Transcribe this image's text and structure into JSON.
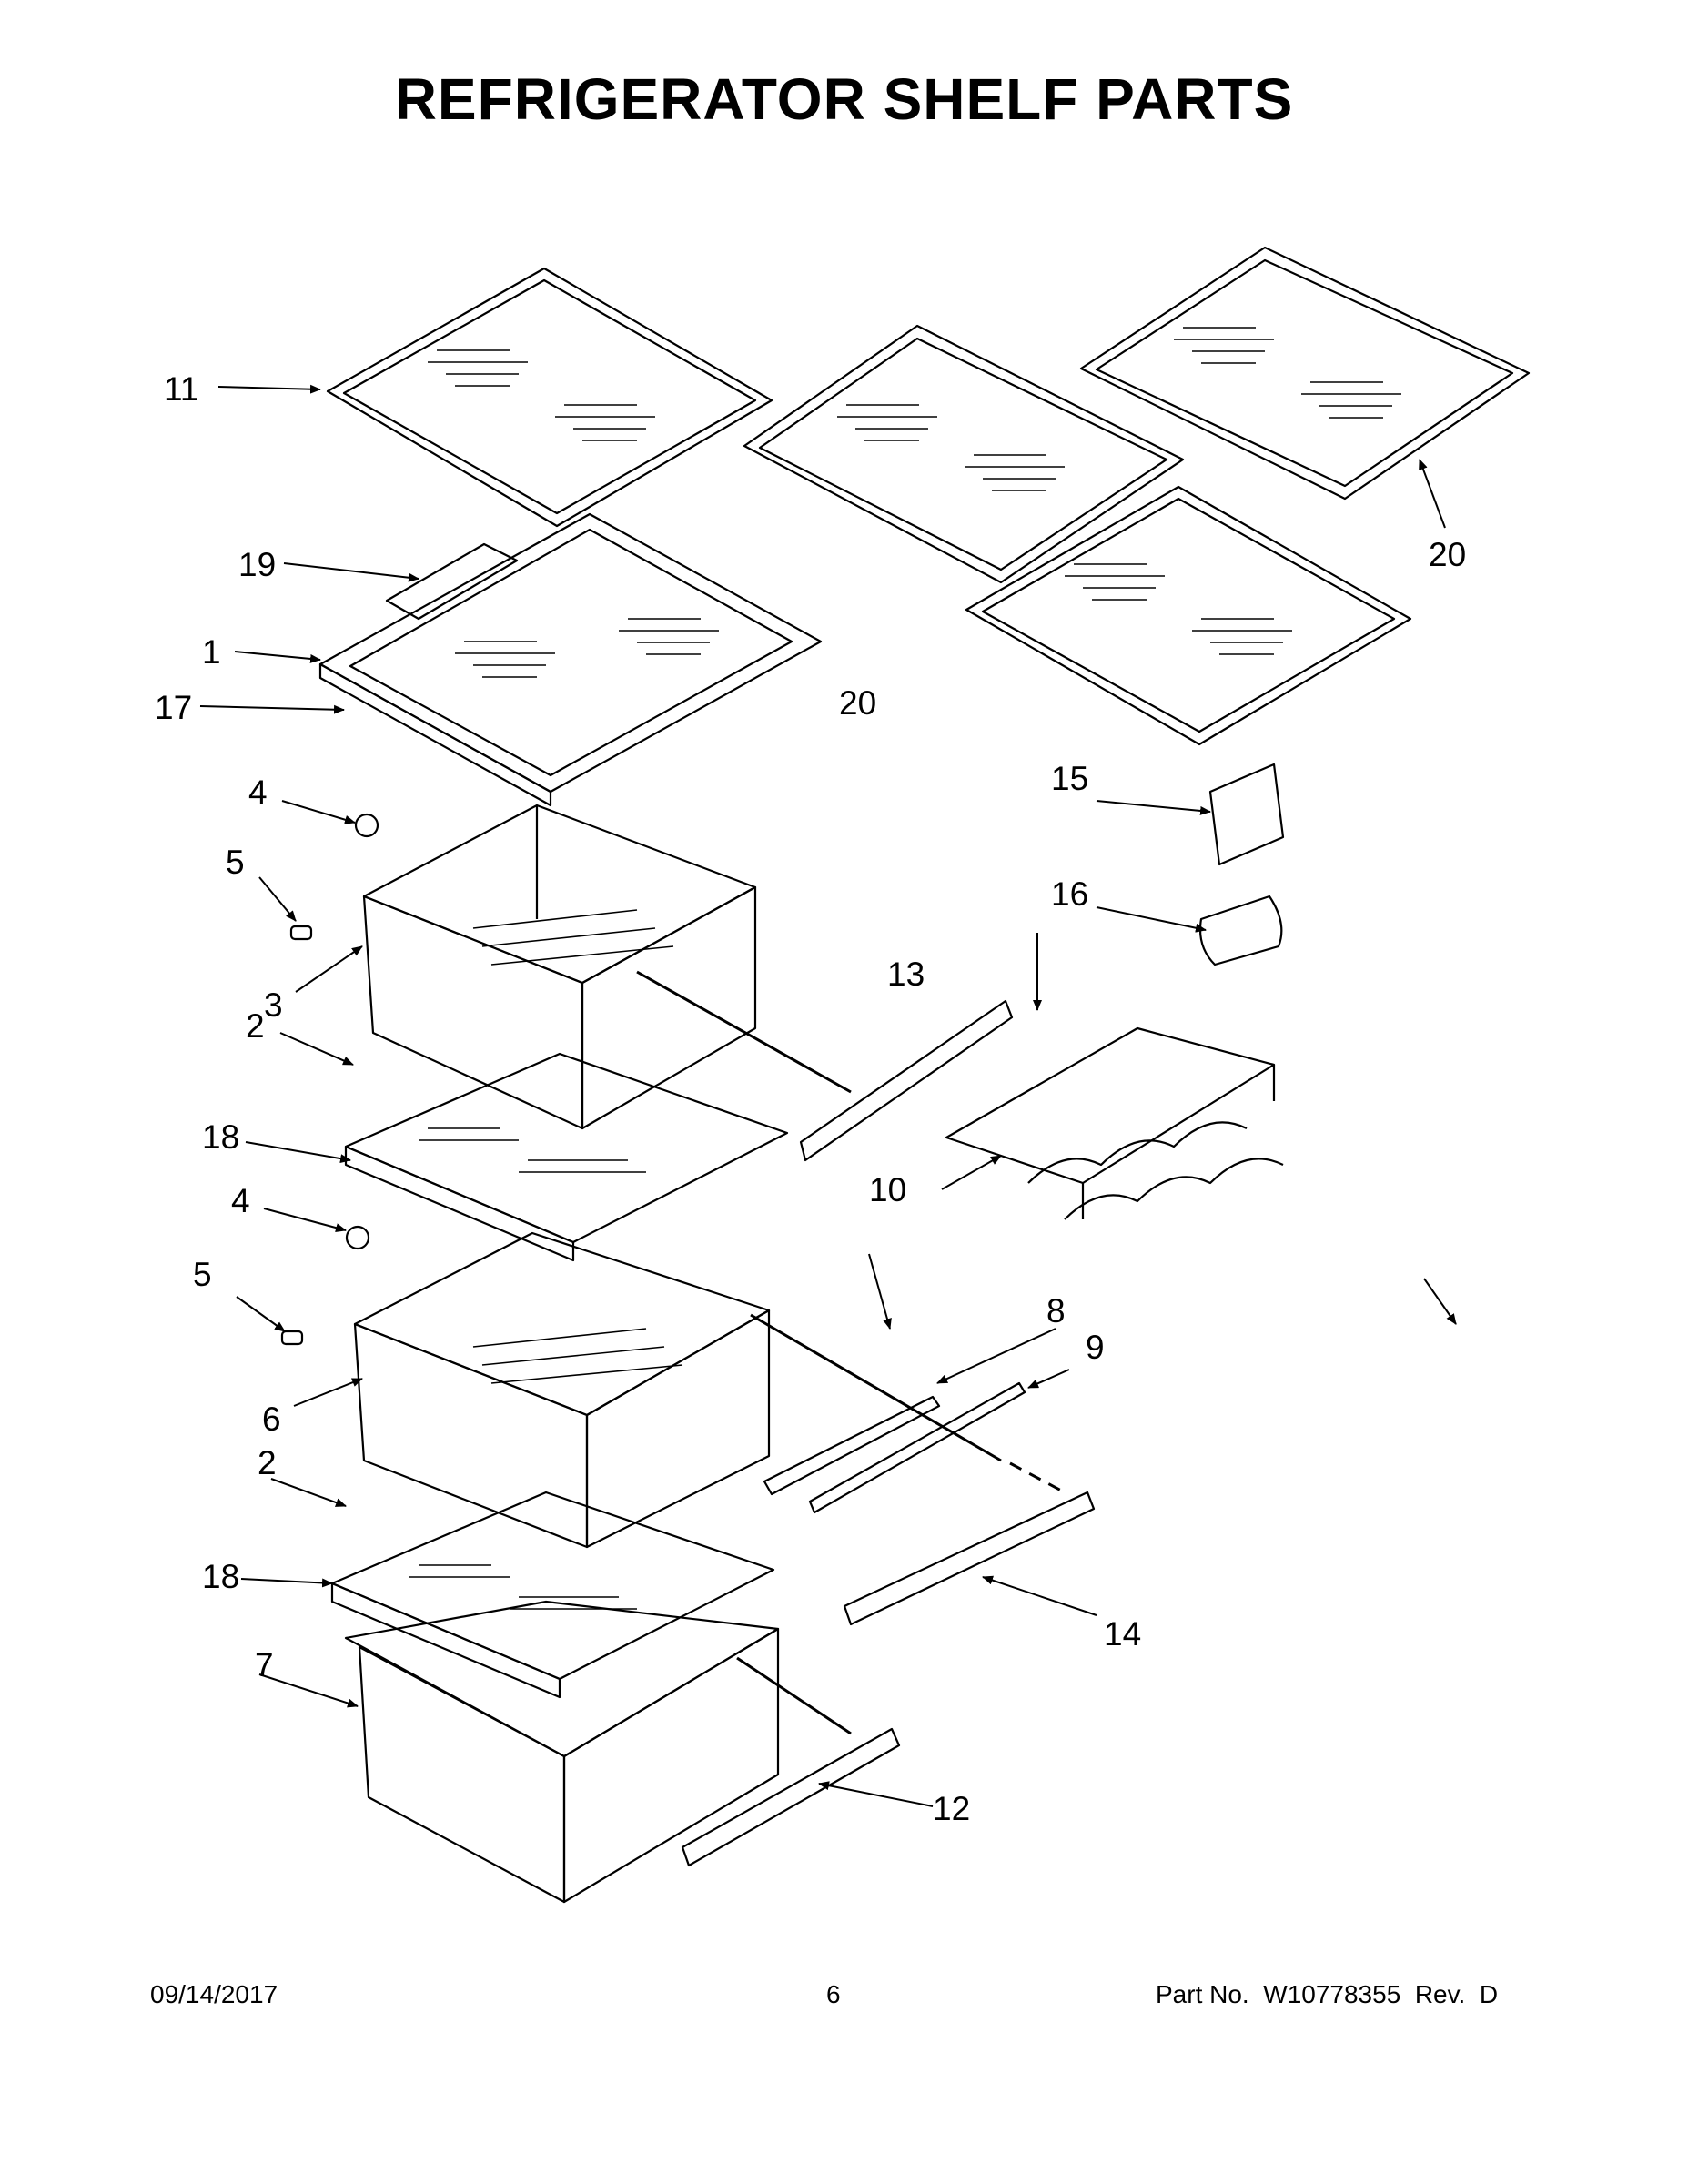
{
  "title": "REFRIGERATOR SHELF PARTS",
  "callouts": [
    "11",
    "19",
    "1",
    "17",
    "4",
    "5",
    "3",
    "2",
    "18",
    "4",
    "5",
    "6",
    "2",
    "18",
    "7",
    "20",
    "20",
    "20",
    "15",
    "16",
    "13",
    "10",
    "8",
    "9",
    "14",
    "12"
  ],
  "footer": {
    "date": "09/14/2017",
    "page": "6",
    "part": "Part No.  W10778355  Rev.  D"
  }
}
